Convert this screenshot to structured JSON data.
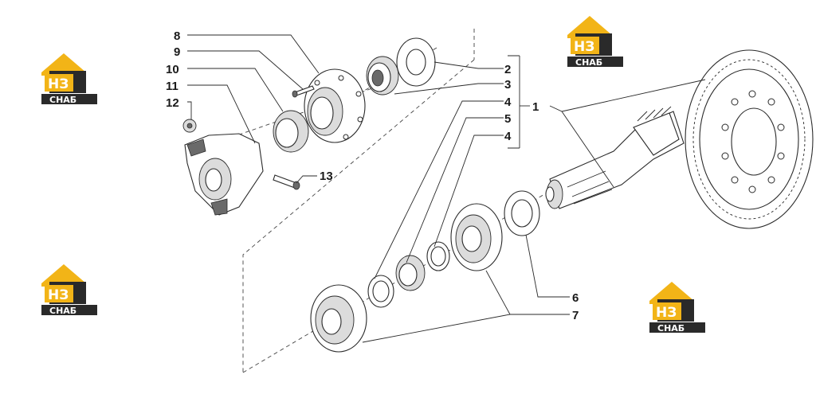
{
  "diagram": {
    "callouts": {
      "c1": "1",
      "c2": "2",
      "c3": "3",
      "c4a": "4",
      "c5": "5",
      "c4b": "4",
      "c6": "6",
      "c7": "7",
      "c8": "8",
      "c9": "9",
      "c10": "10",
      "c11": "11",
      "c12": "12",
      "c13": "13"
    }
  },
  "watermark": {
    "logo_letters": "НЗ",
    "logo_caption": "СНАБ",
    "colors": {
      "roof": "#f2b417",
      "dark": "#2a2a2a"
    }
  }
}
